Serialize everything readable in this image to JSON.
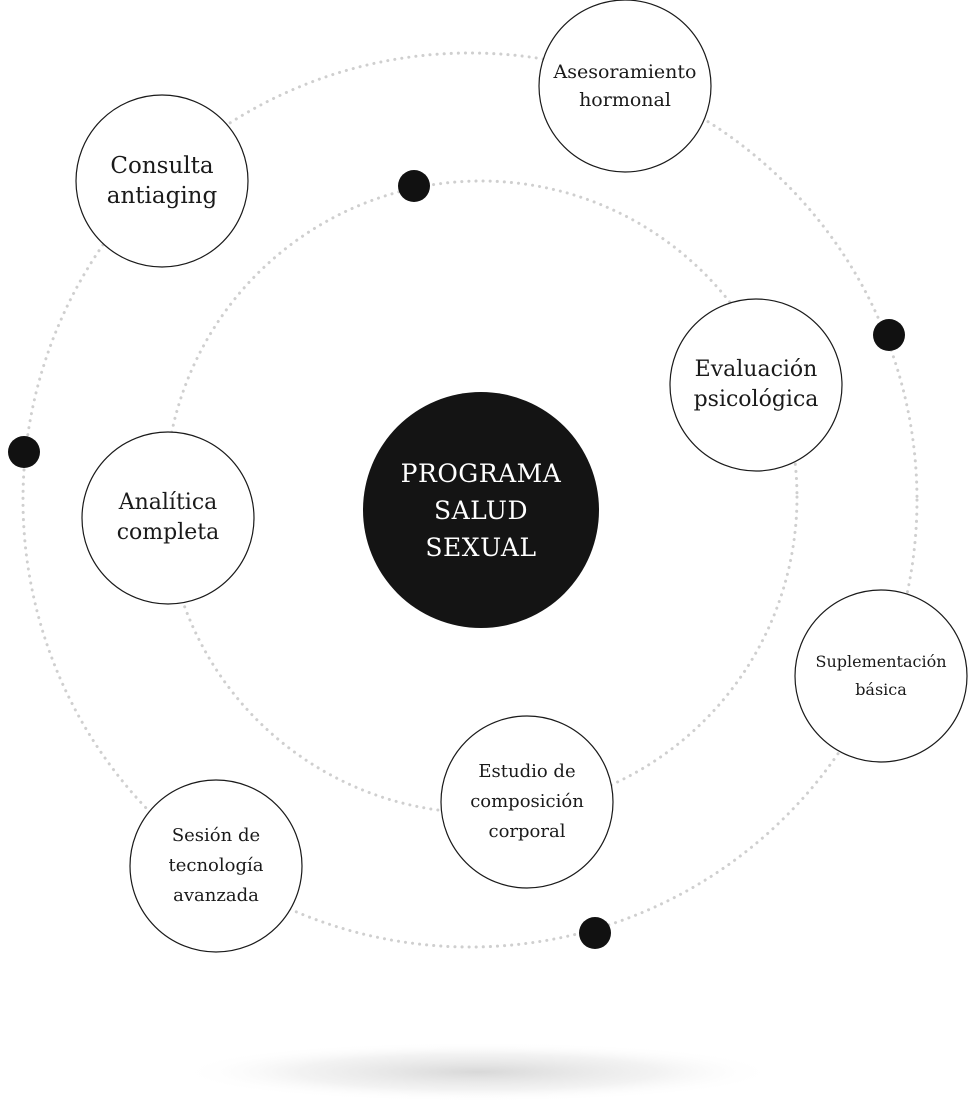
{
  "center": {
    "label": "PROGRAMA\nSALUD\nSEXUAL"
  },
  "nodes": [
    {
      "id": "asesoramiento-hormonal",
      "label": "Asesoramiento\nhormonal"
    },
    {
      "id": "consulta-antiaging",
      "label": "Consulta\nantiaging"
    },
    {
      "id": "evaluacion-psicologica",
      "label": "Evaluación\npsicológica"
    },
    {
      "id": "analitica-completa",
      "label": "Analítica\ncompleta"
    },
    {
      "id": "suplementacion-basica",
      "label": "Suplementación\nbásica"
    },
    {
      "id": "estudio-composicion-corporal",
      "label": "Estudio de\ncomposición\ncorporal"
    },
    {
      "id": "sesion-tecnologia-avanzada",
      "label": "Sesión de\ntecnología\navanzada"
    }
  ],
  "colors": {
    "center_fill": "#141414",
    "marker_fill": "#111111",
    "orbit_stroke": "#cfcfcf",
    "node_stroke": "#1a1a1a",
    "background": "#ffffff"
  }
}
